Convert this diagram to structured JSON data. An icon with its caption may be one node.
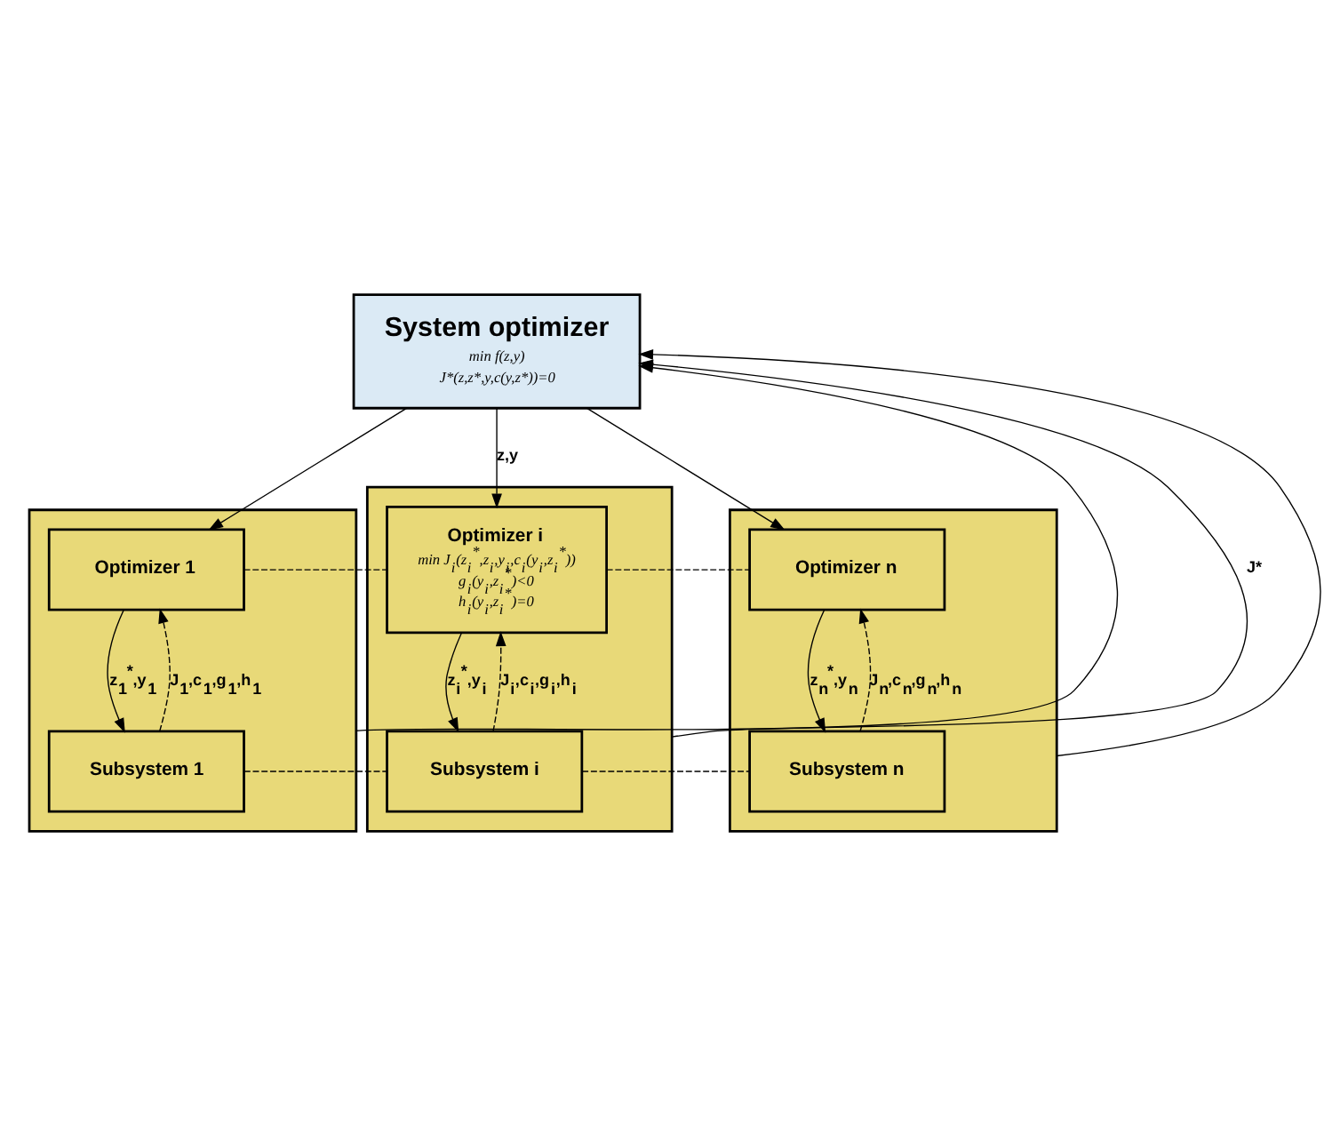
{
  "diagram": {
    "nodes": [
      {
        "text": [
          "System optimizer",
          "min f(z,y)",
          "J*(z,z*,y,c(y,z*))=0"
        ]
      },
      {
        "text": [],
        "shape": "box"
      },
      {
        "text": [
          "Optimizer 1"
        ],
        "in": 1
      },
      {
        "text": [
          "Subsystem 1"
        ],
        "in": 1
      },
      {
        "text": [],
        "shape": "box"
      },
      {
        "text": [
          "Optimizer i",
          "min J$_{i}$(z$_{i}$$^{*}$,z$_{i}$,y$_{i}$,c$_{i}$(y$_{i}$,z$_{i}$$^{*}$))",
          "g$_{i}$(y$_{i}$,z$_{i}$$^{*}$)<0",
          "h$_{i}$(y$_{i}$,z$_{i}$$^{*}$)=0"
        ],
        "in": 4
      },
      {
        "text": [
          "Subsystem i"
        ],
        "in": 4
      },
      {
        "text": [],
        "shape": "box"
      },
      {
        "text": [
          "Optimizer n"
        ],
        "in": 7
      },
      {
        "text": [
          "Subsystem n"
        ],
        "in": 7
      }
    ],
    "edges": [
      {
        "from": 0,
        "to": 2,
        "arrow": "to"
      },
      {
        "from": 0,
        "to": 5,
        "arrow": "to",
        "label": "z,y"
      },
      {
        "from": 0,
        "to": 8,
        "arrow": "to"
      },
      {
        "from": 2,
        "to": 3,
        "arrow": "to",
        "label": "z$_{1}$$^{*}$,y$_{1}$"
      },
      {
        "from": 3,
        "to": 2,
        "arrow": "to",
        "style": "dashed",
        "label": "J$_{1}$,c$_{1}$,g$_{1}$,h$_{1}$"
      },
      {
        "from": 5,
        "to": 6,
        "arrow": "to",
        "label": "z$_{i}$$^{*}$,y$_{i}$"
      },
      {
        "from": 6,
        "to": 5,
        "arrow": "to",
        "style": "dashed",
        "label": "J$_{i}$,c$_{i}$,g$_{i}$,h$_{i}$"
      },
      {
        "from": 8,
        "to": 9,
        "arrow": "to",
        "label": "z$_{n}$$^{*}$,y$_{n}$"
      },
      {
        "from": 9,
        "to": 8,
        "arrow": "to",
        "style": "dashed",
        "label": "J$_{n}$,c$_{n}$,g$_{n}$,h$_{n}$"
      },
      {
        "from": 2,
        "to": 5,
        "arrow": "none",
        "style": "dashed"
      },
      {
        "from": 5,
        "to": 8,
        "arrow": "none",
        "style": "dashed"
      },
      {
        "from": 3,
        "to": 6,
        "arrow": "none",
        "style": "dashed"
      },
      {
        "from": 6,
        "to": 9,
        "arrow": "none",
        "style": "dashed"
      },
      {
        "from": 1,
        "to": 0,
        "arrow": "to"
      },
      {
        "from": 4,
        "to": 0,
        "arrow": "to",
        "label": "J*"
      },
      {
        "from": 7,
        "to": 0,
        "arrow": "to"
      }
    ]
  }
}
